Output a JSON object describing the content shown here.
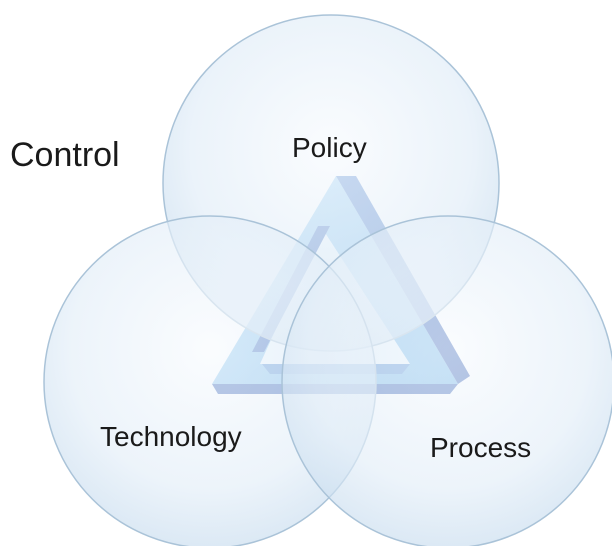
{
  "diagram": {
    "title": "Control",
    "circles": [
      {
        "key": "policy",
        "label": "Policy"
      },
      {
        "key": "technology",
        "label": "Technology"
      },
      {
        "key": "process",
        "label": "Process"
      }
    ]
  },
  "colors": {
    "circle_fill_light": "#f7fbff",
    "circle_fill_dark": "#c9def0",
    "circle_stroke": "#a9c3d9",
    "triangle_light": "#8fc6ee",
    "triangle_mid": "#5fa3dc",
    "triangle_dark": "#3f6fc2",
    "text": "#1a1a1a"
  }
}
